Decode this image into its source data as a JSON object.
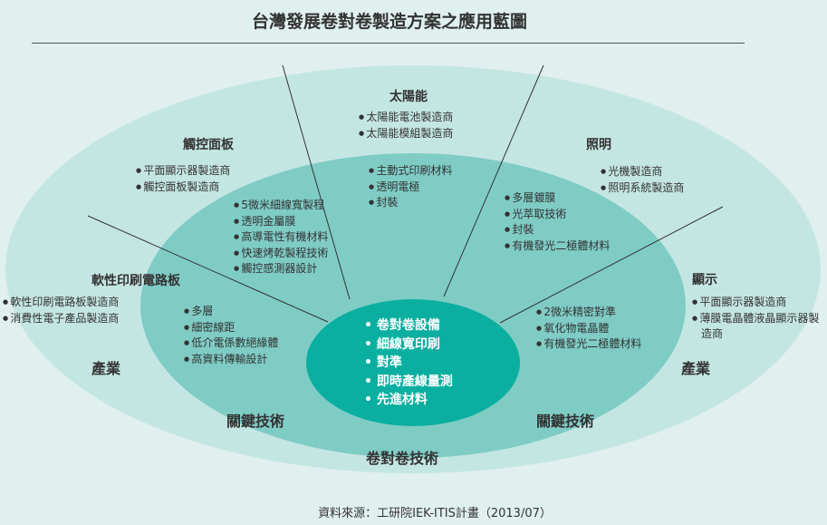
{
  "title": "台灣發展卷對卷製造方案之應用藍圖",
  "colors": {
    "background": "#dff0ee",
    "outer": "#c4e6e2",
    "middle": "#7fccc5",
    "inner": "#0aafa0"
  },
  "sectors": {
    "solar": {
      "title": "太陽能",
      "industry": [
        "太陽能電池製造商",
        "太陽能模組製造商"
      ],
      "tech": [
        "主動式印刷材料",
        "透明電極",
        "封裝"
      ]
    },
    "touch": {
      "title": "觸控面板",
      "industry": [
        "平面顯示器製造商",
        "觸控面板製造商"
      ],
      "tech": [
        "5微米細線寬製程",
        "透明金屬膜",
        "高導電性有機材料",
        "快速烤乾製程技術",
        "觸控感測器設計"
      ]
    },
    "lighting": {
      "title": "照明",
      "industry": [
        "光機製造商",
        "照明系統製造商"
      ],
      "tech": [
        "多層鍍膜",
        "光萃取技術",
        "封裝",
        "有機發光二極體材料"
      ]
    },
    "fpc": {
      "title": "軟性印刷電路板",
      "industry": [
        "軟性印刷電路板製造商",
        "消費性電子產品製造商"
      ],
      "tech": [
        "多層",
        "細密線距",
        "低介電係數絕緣體",
        "高資料傳輸設計"
      ]
    },
    "display": {
      "title": "顯示",
      "industry": [
        "平面顯示器製造商",
        "薄膜電晶體液晶顯示器製造商"
      ],
      "tech": [
        "2微米精密對準",
        "氧化物電晶體",
        "有機發光二極體材料"
      ]
    }
  },
  "core": [
    "卷對卷設備",
    "細線寬印刷",
    "對準",
    "即時產線量測",
    "先進材料"
  ],
  "labels": {
    "industry_left": "產業",
    "industry_right": "產業",
    "key_tech_left": "關鍵技術",
    "key_tech_right": "關鍵技術",
    "r2r_tech": "卷對卷技術"
  },
  "source": "資料來源：工研院IEK-ITIS計畫（2013/07）"
}
